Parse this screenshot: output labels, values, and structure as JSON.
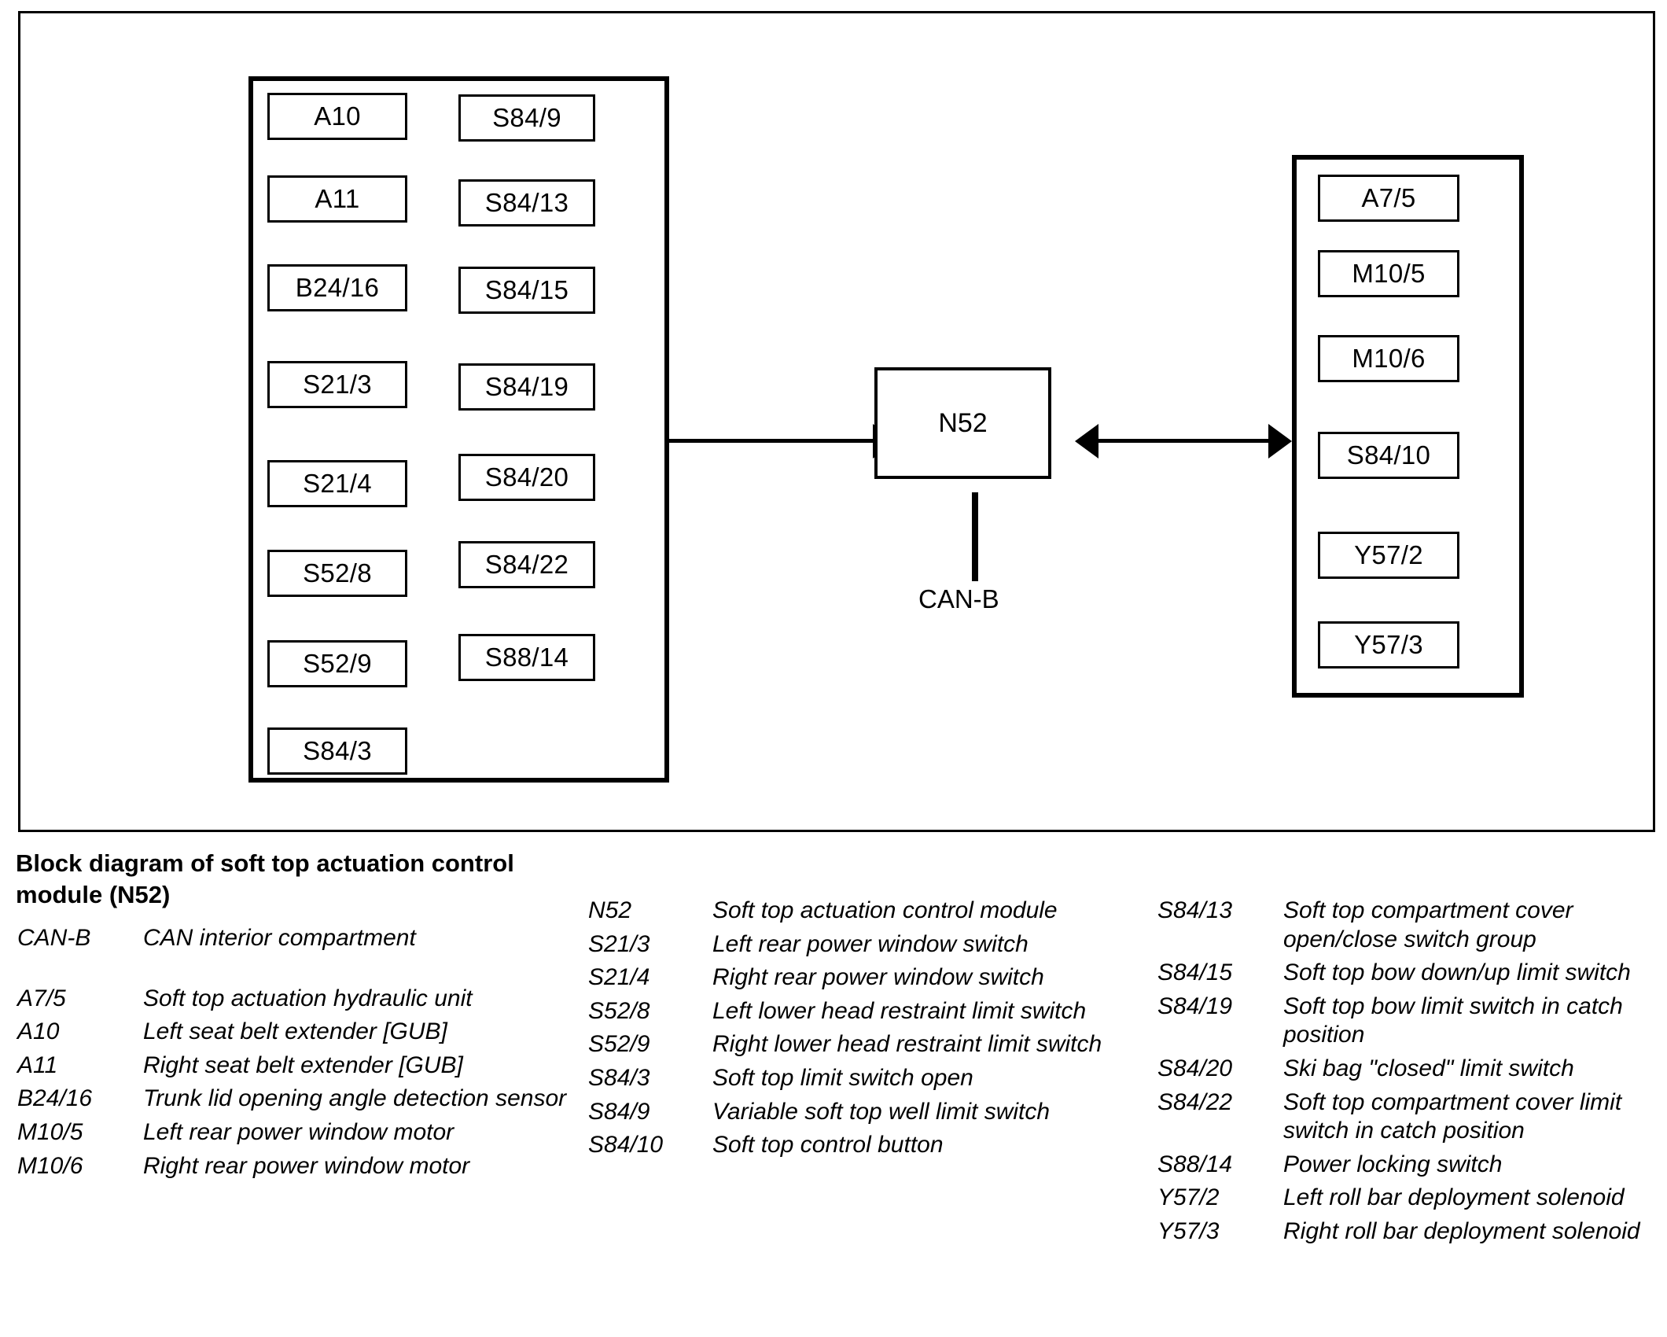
{
  "diagram": {
    "left_group": {
      "column_1": [
        "A10",
        "A11",
        "B24/16",
        "S21/3",
        "S21/4",
        "S52/8",
        "S52/9",
        "S84/3"
      ],
      "column_2": [
        "S84/9",
        "S84/13",
        "S84/15",
        "S84/19",
        "S84/20",
        "S84/22",
        "S88/14"
      ]
    },
    "center": {
      "module": "N52",
      "bus_label": "CAN-B"
    },
    "right_group": {
      "column_1": [
        "A7/5",
        "M10/5",
        "M10/6",
        "S84/10",
        "Y57/2",
        "Y57/3"
      ]
    }
  },
  "caption": "Block diagram of soft top actuation control module (N52)",
  "legend": {
    "column_1": [
      {
        "key": "CAN-B",
        "desc": "CAN interior compartment"
      },
      {
        "key": "",
        "desc": ""
      },
      {
        "key": "A7/5",
        "desc": "Soft top actuation hydraulic unit"
      },
      {
        "key": "A10",
        "desc": "Left seat belt extender [GUB]"
      },
      {
        "key": "A11",
        "desc": "Right seat belt extender [GUB]"
      },
      {
        "key": "B24/16",
        "desc": "Trunk lid opening angle detection sensor"
      },
      {
        "key": "M10/5",
        "desc": "Left rear power window motor"
      },
      {
        "key": "M10/6",
        "desc": "Right rear power window motor"
      }
    ],
    "column_2": [
      {
        "key": "N52",
        "desc": "Soft top actuation control module"
      },
      {
        "key": "S21/3",
        "desc": "Left rear power window switch"
      },
      {
        "key": "S21/4",
        "desc": "Right rear power window switch"
      },
      {
        "key": "S52/8",
        "desc": "Left lower head restraint limit switch"
      },
      {
        "key": "S52/9",
        "desc": "Right lower head restraint limit switch"
      },
      {
        "key": "S84/3",
        "desc": "Soft top limit switch open"
      },
      {
        "key": "S84/9",
        "desc": "Variable soft top well limit switch"
      },
      {
        "key": "S84/10",
        "desc": "Soft top control button"
      }
    ],
    "column_3": [
      {
        "key": "S84/13",
        "desc": "Soft top compartment cover open/close switch group"
      },
      {
        "key": "S84/15",
        "desc": "Soft top bow down/up limit switch"
      },
      {
        "key": "S84/19",
        "desc": "Soft top bow limit switch in catch position"
      },
      {
        "key": "S84/20",
        "desc": "Ski bag \"closed\" limit switch"
      },
      {
        "key": "S84/22",
        "desc": "Soft top compartment cover limit switch in catch position"
      },
      {
        "key": "S88/14",
        "desc": "Power locking switch"
      },
      {
        "key": "Y57/2",
        "desc": "Left roll bar deployment solenoid"
      },
      {
        "key": "Y57/3",
        "desc": "Right roll bar deployment solenoid"
      }
    ]
  },
  "colors": {
    "line": "#000000",
    "background": "#ffffff"
  }
}
